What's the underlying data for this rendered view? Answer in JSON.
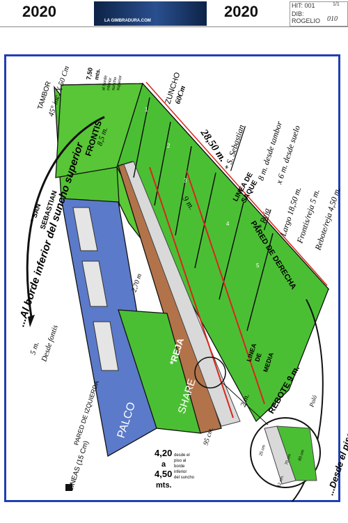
{
  "header": {
    "year_left": "2020",
    "year_right": "2020",
    "banner_text": "LA GIMBRADURA.COM",
    "hit_label": "HIT: 001",
    "page_label": "1/1",
    "dib_label": "DIB:",
    "author": "ROGELIO",
    "sheet_number": "010"
  },
  "diagram": {
    "top_arc_text": "...Al borde inferior del suncho superior",
    "bottom_arc_text": "...Desde el piso, al borde inferiordel suncho",
    "tambor": "TAMBOR",
    "tambor_spec": "45° inc. X 50 Cm",
    "top_height": "7,50",
    "top_height_unit": "mts.",
    "top_height_note_1": "al borde",
    "top_height_note_2": "inferior",
    "top_height_note_3": "suncho",
    "top_height_note_4": "superior",
    "frontis": "FRONTIS",
    "frontis_height": "8,5 m.",
    "suncho": "ZUNCHO",
    "suncho_height": "60Cm",
    "length_total": "28,50 m.",
    "nine_m": "9 m.",
    "san_sebastian_1": "* SAN",
    "san_sebastian_2": "SEBASTIAN",
    "desde_fontis_1": "5 m.",
    "desde_fontis_2": "Desde fontis",
    "s_sebastian_title": "* S. Sebastian",
    "s_sebastian_1": "8 m. desde tambor",
    "s_sebastian_2": "x 6 m. desde suelo",
    "reja_title": "* Reja",
    "reja_1": "Largo 18,50 m.",
    "reja_2": "Frontis/reja 5 m.",
    "reja_3": "Rebote/reja 4,50 m.",
    "linea_saque_1": "LINEA DE",
    "linea_saque_2": "SAQUE",
    "pared_derecha": "PARED DE DERECHA",
    "pared_izquierda": "PARED DE IZQUIERDA",
    "lineas": "LINEAS (15 Cm)",
    "palco": "PALCO",
    "share": "SHARE",
    "reja_label": "*REJA",
    "dim_270": "2,70 m",
    "linea_media_1": "LINEA",
    "linea_media_2": "DE",
    "linea_media_3": "MEDIA",
    "rebote": "REBOTE 9 m.",
    "two_m": "2 m.",
    "ninety_five": "95 cm.",
    "polo": "Poló",
    "bottom_height_1": "4,20",
    "bottom_height_2": "a",
    "bottom_height_3": "4,50",
    "bottom_height_4": "mts.",
    "bottom_note_1": "desde el",
    "bottom_note_2": "piso al",
    "bottom_note_3": "borde",
    "bottom_note_4": "inferior",
    "bottom_note_5": "del suncho",
    "line_numbers": [
      "1",
      "2",
      "3",
      "4",
      "5"
    ],
    "inset_25": "25 cm",
    "inset_70": "70 cm",
    "inset_80": "80 cm",
    "inset_12": "12 cm."
  },
  "colors": {
    "court_green": "#4bbf34",
    "wall_green": "#5cc937",
    "blue_wall": "#5b7ac9",
    "share_brown": "#b2734a",
    "frame_blue": "#1f3fb3",
    "red_line": "#d8261c"
  }
}
